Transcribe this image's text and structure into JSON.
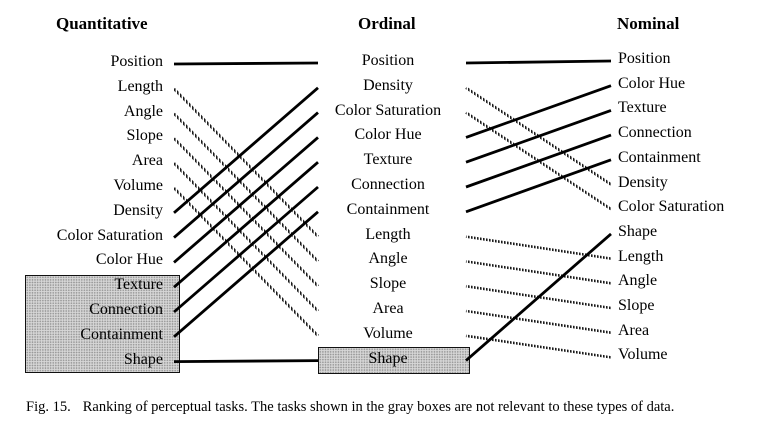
{
  "columns": {
    "quantitative": {
      "title": "Quantitative",
      "items": [
        "Position",
        "Length",
        "Angle",
        "Slope",
        "Area",
        "Volume",
        "Density",
        "Color Saturation",
        "Color Hue",
        "Texture",
        "Connection",
        "Containment",
        "Shape"
      ],
      "gray_items": [
        "Texture",
        "Connection",
        "Containment",
        "Shape"
      ]
    },
    "ordinal": {
      "title": "Ordinal",
      "items": [
        "Position",
        "Density",
        "Color Saturation",
        "Color Hue",
        "Texture",
        "Connection",
        "Containment",
        "Length",
        "Angle",
        "Slope",
        "Area",
        "Volume",
        "Shape"
      ],
      "gray_items": [
        "Shape"
      ]
    },
    "nominal": {
      "title": "Nominal",
      "items": [
        "Position",
        "Color Hue",
        "Texture",
        "Connection",
        "Containment",
        "Density",
        "Color Saturation",
        "Shape",
        "Length",
        "Angle",
        "Slope",
        "Area",
        "Volume"
      ],
      "gray_items": []
    }
  },
  "caption": {
    "figure_number": "Fig. 15.",
    "text": "Ranking of perceptual tasks. The tasks shown in the gray boxes are not relevant to these types of data."
  },
  "colors": {
    "ink": "#000000",
    "gray_box_fill": "#d6d6d6",
    "hatched_line": "#1a1a1a"
  }
}
